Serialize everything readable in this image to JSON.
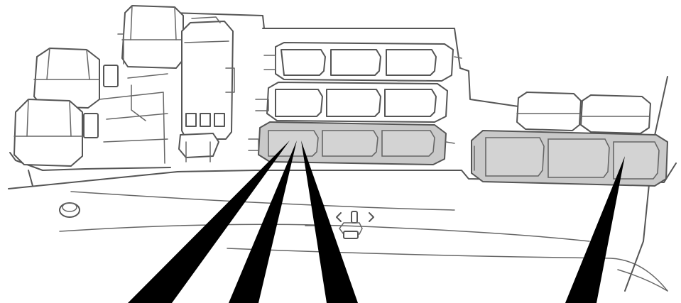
{
  "diagram": {
    "kind": "technical-line-drawing",
    "palette": {
      "line": "#555555",
      "background": "#ffffff",
      "highlight": "#c9c9c9",
      "pointer": "#000000"
    },
    "highlighted_parts": [
      "left-connector-bank-highlighted",
      "right-connector-bank-highlighted"
    ],
    "pointer_count": 4
  }
}
